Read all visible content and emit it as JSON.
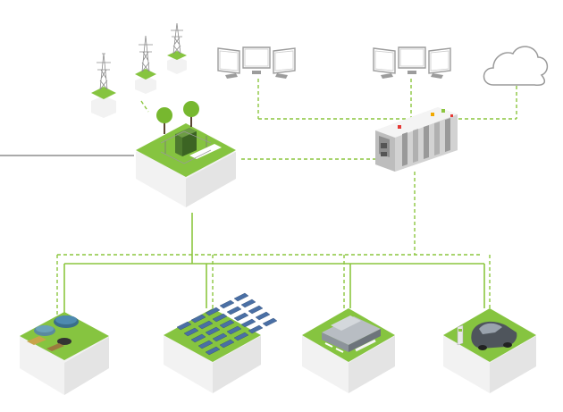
{
  "colors": {
    "solid_line": "#8cc63f",
    "dashed_line": "#8cc63f",
    "grass": "#86c440",
    "grass_dark": "#6aa52f",
    "tile_side": "#f1f1f1",
    "tile_shadow": "#d9d9d9",
    "outline": "#9a9a9a",
    "monitor_frame": "#9c9c9c",
    "controller_body": "#e6e6e6",
    "solar_panel": "#4a6fa5",
    "car_body": "#5a5f66",
    "external_line": "#555555"
  },
  "nodes": [
    {
      "id": "substation-left",
      "icon": "transmission-tower-icon"
    },
    {
      "id": "substation-mid",
      "icon": "transmission-tower-icon"
    },
    {
      "id": "substation-right",
      "icon": "transmission-tower-icon"
    },
    {
      "id": "transformer-station",
      "icon": "transformer-building-icon"
    },
    {
      "id": "monitor-group-left",
      "icon": "monitor-icon"
    },
    {
      "id": "monitor-group-right",
      "icon": "monitor-icon"
    },
    {
      "id": "cloud",
      "icon": "cloud-icon"
    },
    {
      "id": "controller",
      "icon": "plc-controller-icon"
    },
    {
      "id": "water-treatment",
      "icon": "water-treatment-icon"
    },
    {
      "id": "solar-park",
      "icon": "solar-panel-icon"
    },
    {
      "id": "factory",
      "icon": "factory-building-icon"
    },
    {
      "id": "ev-charging",
      "icon": "ev-charging-icon"
    }
  ]
}
